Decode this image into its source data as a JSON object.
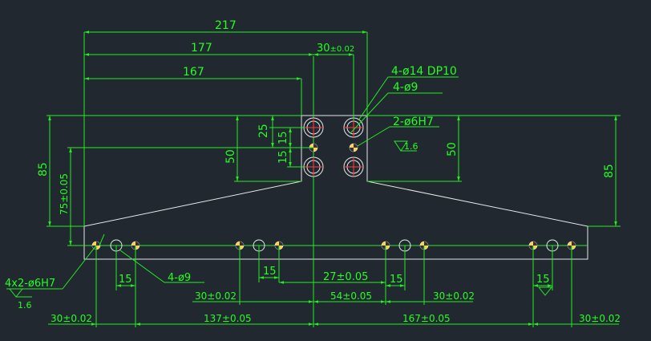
{
  "drawing": {
    "background": "#212830",
    "dimension_color": "#22ee22",
    "outline_color": "#e8e8e8",
    "center_color": "#ff3b3b",
    "top_dims": {
      "width_overall": "217",
      "to_center": "177",
      "to_first_hole": "167",
      "hole_spacing_main": "30",
      "hole_spacing_tol": "±0.02"
    },
    "callouts": {
      "counterbore": "4-ø14 DP10",
      "through": "4-ø9",
      "dowel": "2-ø6H7",
      "dowel_roughness": "1.6",
      "left_dowel": "4x2-ø6H7",
      "left_roughness": "1.6",
      "bottom_through": "4-ø9"
    },
    "vertical_dims": {
      "left_85": "85",
      "right_85": "85",
      "dim_75": "75±0.05",
      "dim_50_left": "50",
      "dim_50_right": "50",
      "dim_25": "25",
      "dim_15a": "15",
      "dim_15b": "15"
    },
    "bottom_dims": {
      "d15_a": "15",
      "d15_b": "15",
      "d15_c": "15",
      "d15_d": "15",
      "d27": "27±0.05",
      "d54": "54±0.05",
      "d30_a": "30±0.02",
      "d30_b": "30±0.02",
      "d30_left": "30±0.02",
      "d137": "137±0.05",
      "d167": "167±0.05",
      "d30_right": "30±0.02"
    }
  }
}
